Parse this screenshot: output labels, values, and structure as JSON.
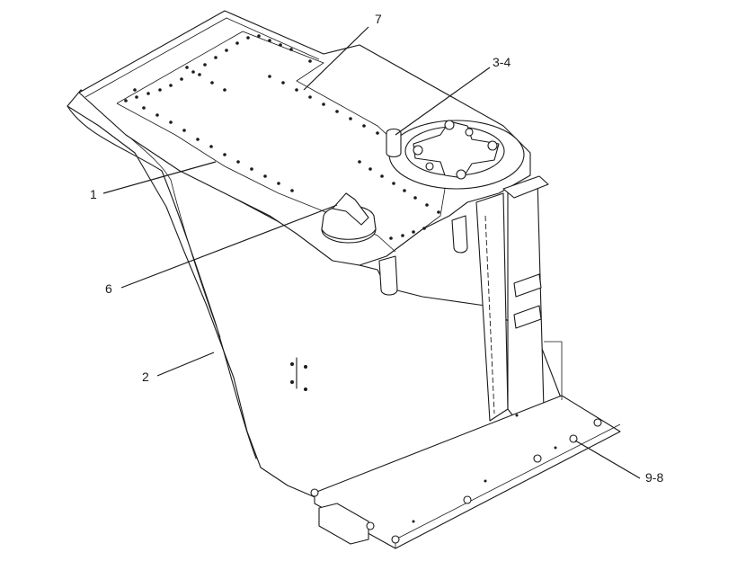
{
  "callouts": [
    {
      "id": "c7",
      "label": "7"
    },
    {
      "id": "c34",
      "label": "3-4"
    },
    {
      "id": "c1",
      "label": "1"
    },
    {
      "id": "c6",
      "label": "6"
    },
    {
      "id": "c2",
      "label": "2"
    },
    {
      "id": "c98",
      "label": "9-8"
    }
  ]
}
